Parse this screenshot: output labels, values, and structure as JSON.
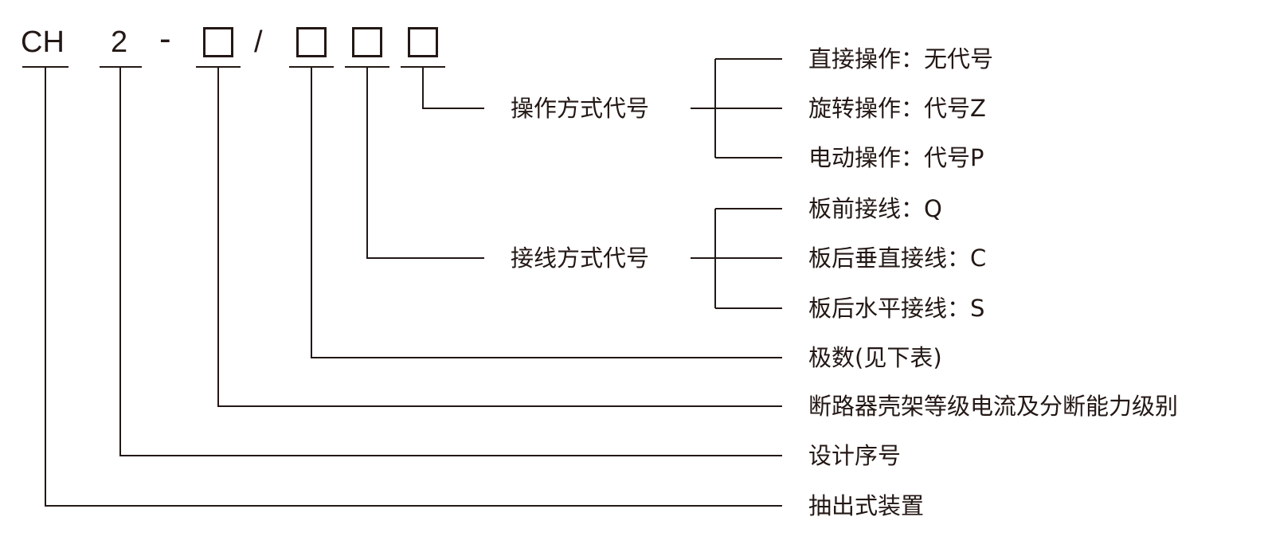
{
  "code": {
    "prefix": "CH",
    "series": "2",
    "dash": "-",
    "slash": "/"
  },
  "groups": {
    "operation": {
      "title": "操作方式代号",
      "options": [
        "直接操作：无代号",
        "旋转操作：代号Z",
        "电动操作：代号P"
      ]
    },
    "wiring": {
      "title": "接线方式代号",
      "options": [
        "板前接线：Q",
        "板后垂直接线：C",
        "板后水平接线：S"
      ]
    }
  },
  "fields": {
    "poles": "极数(见下表)",
    "frame": "断路器壳架等级电流及分断能力级别",
    "design": "设计序号",
    "drawout": "抽出式装置"
  },
  "colors": {
    "ink": "#231815"
  }
}
